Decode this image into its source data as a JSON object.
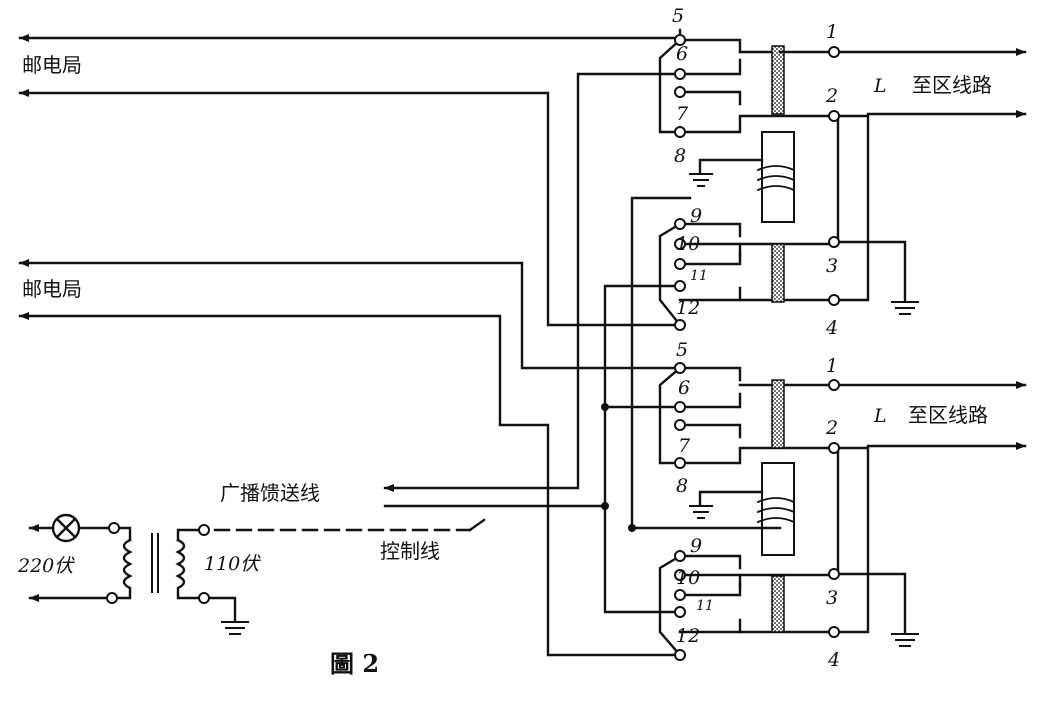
{
  "labels": {
    "post_office_upper": "邮电局",
    "post_office_lower": "邮电局",
    "to_district_upper": "至区线路",
    "to_district_lower": "至区线路",
    "line_symbol_upper": "L",
    "line_symbol_lower": "L",
    "broadcast_feed": "广播馈送线",
    "control_line": "控制线",
    "voltage_in": "220伏",
    "voltage_out": "110伏",
    "figure_caption": "圖 2"
  },
  "terminals": {
    "upper": {
      "t1": "1",
      "t2": "2",
      "t3": "3",
      "t4": "4",
      "t5": "5",
      "t6": "6",
      "t7": "7",
      "t8": "8",
      "t9": "9",
      "t10": "10",
      "t11": "11",
      "t12": "12"
    },
    "lower": {
      "t1": "1",
      "t2": "2",
      "t3": "3",
      "t4": "4",
      "t5": "5",
      "t6": "6",
      "t7": "7",
      "t8": "8",
      "t9": "9",
      "t10": "10",
      "t11": "11",
      "t12": "12"
    }
  }
}
